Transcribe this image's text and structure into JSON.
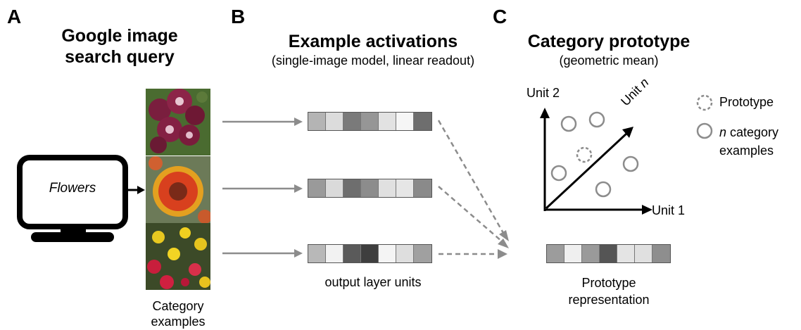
{
  "panels": {
    "a": {
      "letter": "A",
      "title_line1": "Google image",
      "title_line2": "search query",
      "query": "Flowers",
      "caption_line1": "Category",
      "caption_line2": "examples"
    },
    "b": {
      "letter": "B",
      "title": "Example activations",
      "subtitle": "(single-image model, linear readout)",
      "caption": "output layer units",
      "rows": [
        [
          "#b4b4b4",
          "#dcdcdc",
          "#7a7a7a",
          "#969696",
          "#e2e2e2",
          "#f6f6f6",
          "#6e6e6e"
        ],
        [
          "#9a9a9a",
          "#dadada",
          "#6e6e6e",
          "#8c8c8c",
          "#e0e0e0",
          "#e6e6e6",
          "#8a8a8a"
        ],
        [
          "#b8b8b8",
          "#f2f2f2",
          "#5a5a5a",
          "#3e3e3e",
          "#f4f4f4",
          "#dedede",
          "#a0a0a0"
        ]
      ]
    },
    "c": {
      "letter": "C",
      "title": "Category prototype",
      "subtitle": "(geometric mean)",
      "axis_y": "Unit 2",
      "axis_x": "Unit 1",
      "axis_n_prefix": "Unit ",
      "axis_n_var": "n",
      "legend_prototype": "Prototype",
      "legend_examples_var": "n",
      "legend_examples_line1": " category",
      "legend_examples_line2": "examples",
      "caption_line1": "Prototype",
      "caption_line2": "representation",
      "prototype_cells": [
        "#9c9c9c",
        "#efefef",
        "#9a9a9a",
        "#555555",
        "#e4e4e4",
        "#e0e0e0",
        "#8e8e8e"
      ]
    }
  },
  "colors": {
    "arrow_gray": "#8c8c8c",
    "circle_gray": "#8c8c8c",
    "text": "#000000"
  }
}
